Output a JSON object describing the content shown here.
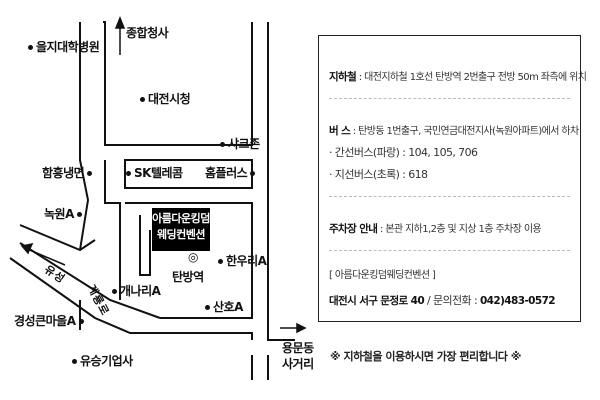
{
  "map": {
    "labels": {
      "eulji_hospital": "을지대학병원",
      "jonghap_hall": "종합청사",
      "daejeon_cityhall": "대전시청",
      "chakeuzone": "샤크존",
      "sk_telecom": "SK텔레콤",
      "homeplus": "홈플러스",
      "hamheung_naengmyeon": "함흥냉면",
      "nokwon_apt": "녹원A",
      "yuseong": "유성",
      "gyeryong_ro": "계룡로",
      "venue_line1": "아름다운킹덤",
      "venue_line2": "웨딩컨벤션",
      "station_symbol": "◎",
      "tanbang_station": "탄방역",
      "hanwoori_apt": "한우리A",
      "gaenari_apt": "개나리A",
      "sanho_apt": "산호A",
      "gyeongseong_apt": "경성큰마을A",
      "yuseung_company": "유승기업사",
      "yongmun_crossroad_1": "용문동",
      "yongmun_crossroad_2": "사거리"
    }
  },
  "info": {
    "subway_label": "지하철",
    "subway_text": "대전지하철 1호선 탄방역 2번출구 전방 50m 좌측에 위치",
    "bus_label": "버  스",
    "bus_text": "탄방동 1번출구, 국민연금대전지사(녹원아파트)에서 하차",
    "bus_trunk": "· 간선버스(파랑) : 104, 105, 706",
    "bus_branch": "· 지선버스(초록) : 618",
    "parking_label": "주차장 안내",
    "parking_text": "본관 지하1,2층 및 지상 1층 주차장 이용",
    "venue_bracket": "[ 아름다운킹덤웨딩컨벤션 ]",
    "address_bold": "대전시 서구 문정로 40",
    "phone_label": "/ 문의전화 :",
    "phone": "042)483-0572"
  },
  "notice": "※ 지하철을 이용하시면 가장 편리합니다 ※"
}
